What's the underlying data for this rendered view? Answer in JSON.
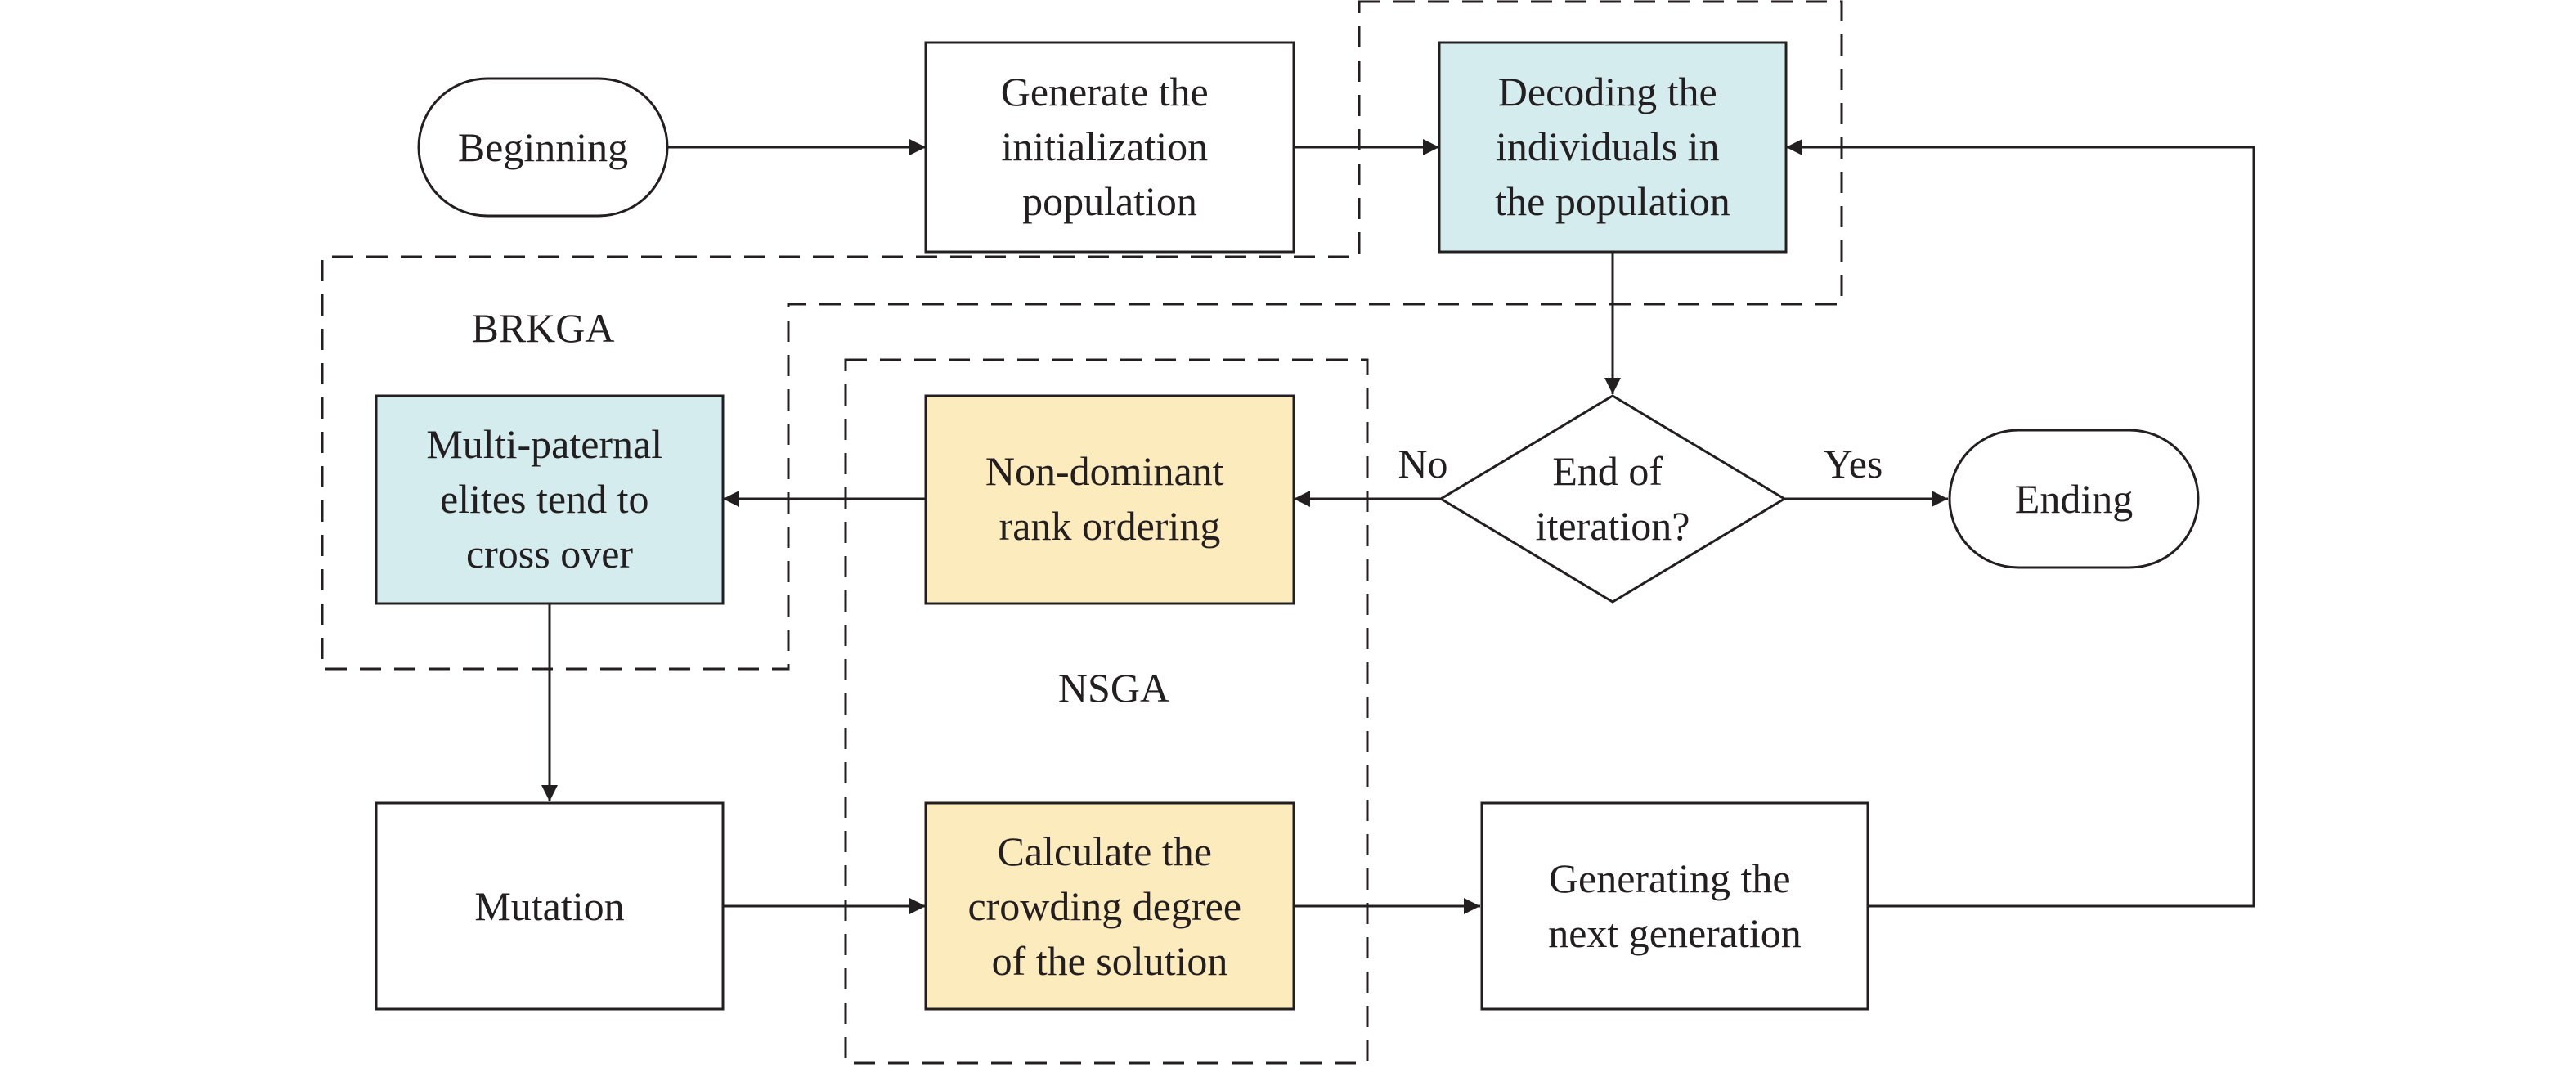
{
  "colors": {
    "stroke": "#231f20",
    "process_fill": "#ffffff",
    "decoding_fill": "#d5ecee",
    "nsga_fill": "#fcebbd"
  },
  "nodes": {
    "beginning": {
      "lines": [
        "Beginning"
      ]
    },
    "generate_init": {
      "lines": [
        "Generate the",
        "initialization",
        "population"
      ]
    },
    "decoding": {
      "lines": [
        "Decoding the",
        "individuals in",
        "the population"
      ]
    },
    "end_of_iteration": {
      "lines": [
        "End of",
        "iteration?"
      ]
    },
    "ending": {
      "lines": [
        "Ending"
      ]
    },
    "non_dominant": {
      "lines": [
        "Non-dominant",
        "rank ordering"
      ]
    },
    "multi_paternal": {
      "lines": [
        "Multi-paternal",
        "elites tend to",
        "cross over"
      ]
    },
    "mutation": {
      "lines": [
        "Mutation"
      ]
    },
    "crowding": {
      "lines": [
        "Calculate the",
        "crowding degree",
        "of the solution"
      ]
    },
    "next_generation": {
      "lines": [
        "Generating the",
        "next generation"
      ]
    }
  },
  "groups": {
    "brkga": "BRKGA",
    "nsga": "NSGA"
  },
  "edge_labels": {
    "no": "No",
    "yes": "Yes"
  }
}
